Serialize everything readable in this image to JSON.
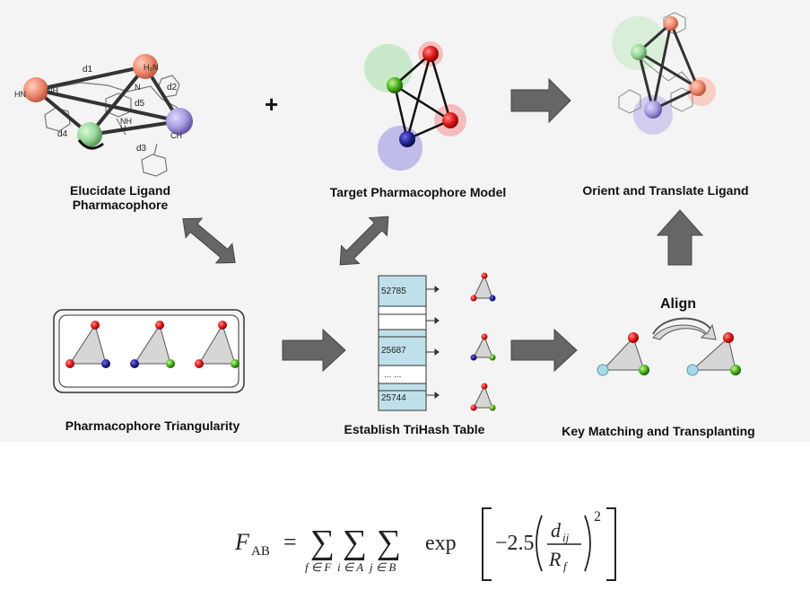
{
  "labels": {
    "elucidate_line1": "Elucidate Ligand",
    "elucidate_line2": "Pharmacophore",
    "target": "Target Pharmacophore Model",
    "orient": "Orient and Translate Ligand",
    "triangularity": "Pharmacophore Triangularity",
    "trihash": "Establish TriHash Table",
    "keymatch": "Key Matching and Transplanting",
    "align": "Align",
    "plus": "+"
  },
  "ligand": {
    "atoms": [
      "H₂N",
      "HN",
      "NH",
      "N",
      "H",
      "NH",
      "CH"
    ],
    "distances": [
      "d1",
      "d2",
      "d3",
      "d4",
      "d5"
    ]
  },
  "trihash_table": {
    "rows": [
      "52785",
      "",
      "25687",
      "... ...",
      "25744"
    ]
  },
  "formula": {
    "lhs": "F",
    "lhs_sub": "AB",
    "equals": "=",
    "sum_sym": "∑",
    "sum1_sub": "f ∈ F",
    "sum2_sub": "i ∈ A",
    "sum3_sub": "j ∈ B",
    "exp": "exp",
    "coef": "−2.5",
    "num": "d",
    "num_sub": "ij",
    "den": "R",
    "den_sub": "f",
    "power": "2"
  },
  "colors": {
    "red": "#e01818",
    "navy": "#141450",
    "green": "#6cc330",
    "lightblue": "#a9d8ea",
    "salmon": "#f0907a",
    "arrow": "#555555",
    "table_fill": "#bfe0ea"
  }
}
